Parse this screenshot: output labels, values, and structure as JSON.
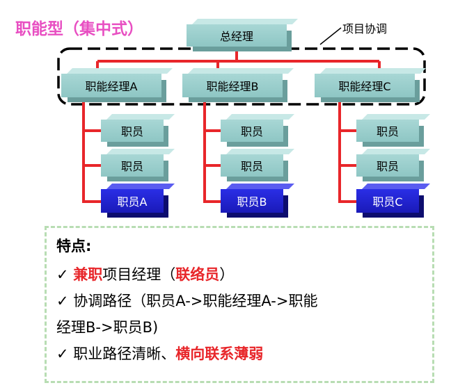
{
  "title": "职能型（集中式）",
  "coordination_label": "项目协调",
  "top_box": "总经理",
  "managers": [
    "职能经理A",
    "职能经理B",
    "职能经理C"
  ],
  "staff_label": "职员",
  "staff_special": [
    "职员A",
    "职员B",
    "职员C"
  ],
  "features": {
    "heading": "特点:",
    "check": "✓",
    "line1_red1": "兼职",
    "line1_text": "项目经理（",
    "line1_red2": "联络员",
    "line1_end": "）",
    "line2": "协调路径（职员A->职能经理A->职能",
    "line3": "经理B->职员B)",
    "line4_text": "职业路径清晰、",
    "line4_red": "横向联系薄弱"
  },
  "colors": {
    "title": "#e84fc2",
    "lines": "#e8262a",
    "box": "#8ec6c4",
    "special_box": "#1a1ab8"
  }
}
